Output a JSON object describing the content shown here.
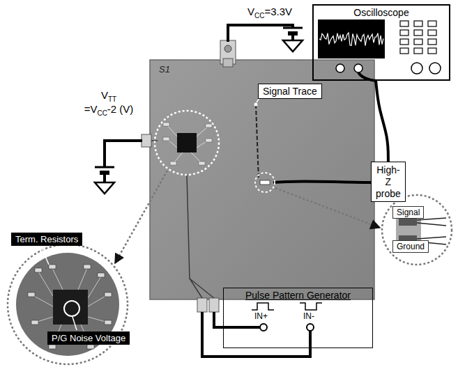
{
  "diagram": {
    "nodes": [
      {
        "text": [
          "Oscilloscope"
        ]
      },
      {
        "text": [
          "Signal Trace"
        ]
      },
      {
        "text": [
          "High-Z probe"
        ]
      },
      {
        "text": [
          "Signal"
        ]
      },
      {
        "text": [
          "Ground"
        ]
      },
      {
        "text": [
          "Term. Resistors"
        ]
      },
      {
        "text": [
          "P/G Noise Voltage"
        ]
      },
      {
        "text": [
          "Pulse Pattern Generator",
          "IN+",
          "IN-"
        ]
      }
    ],
    "edges": [
      {
        "from": 0,
        "to": 2,
        "arrow": "none"
      }
    ],
    "labels": [
      "V",
      "CC",
      "=3.3V",
      "V",
      "TT",
      "=V",
      "CC",
      "-2 (V)",
      "S1"
    ]
  }
}
